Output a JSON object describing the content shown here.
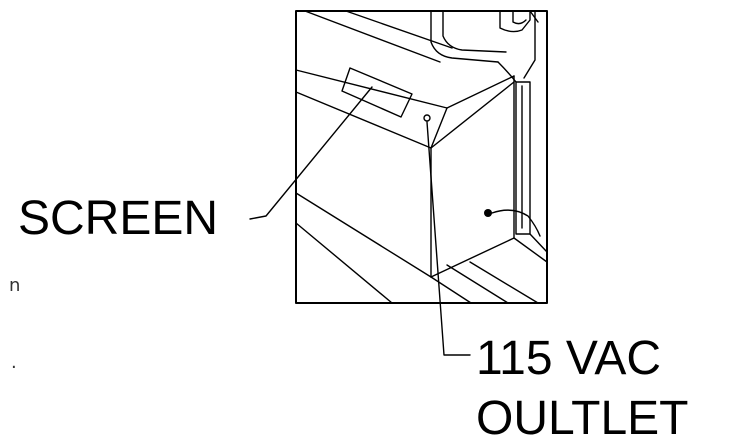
{
  "figure": {
    "labels": {
      "screen": "SCREEN",
      "outlet_line1": "115 VAC",
      "outlet_line2": "OULTLET"
    },
    "cropped_text": {
      "line1": "n",
      "line2": "."
    },
    "colors": {
      "line": "#000000",
      "background": "#ffffff"
    }
  }
}
